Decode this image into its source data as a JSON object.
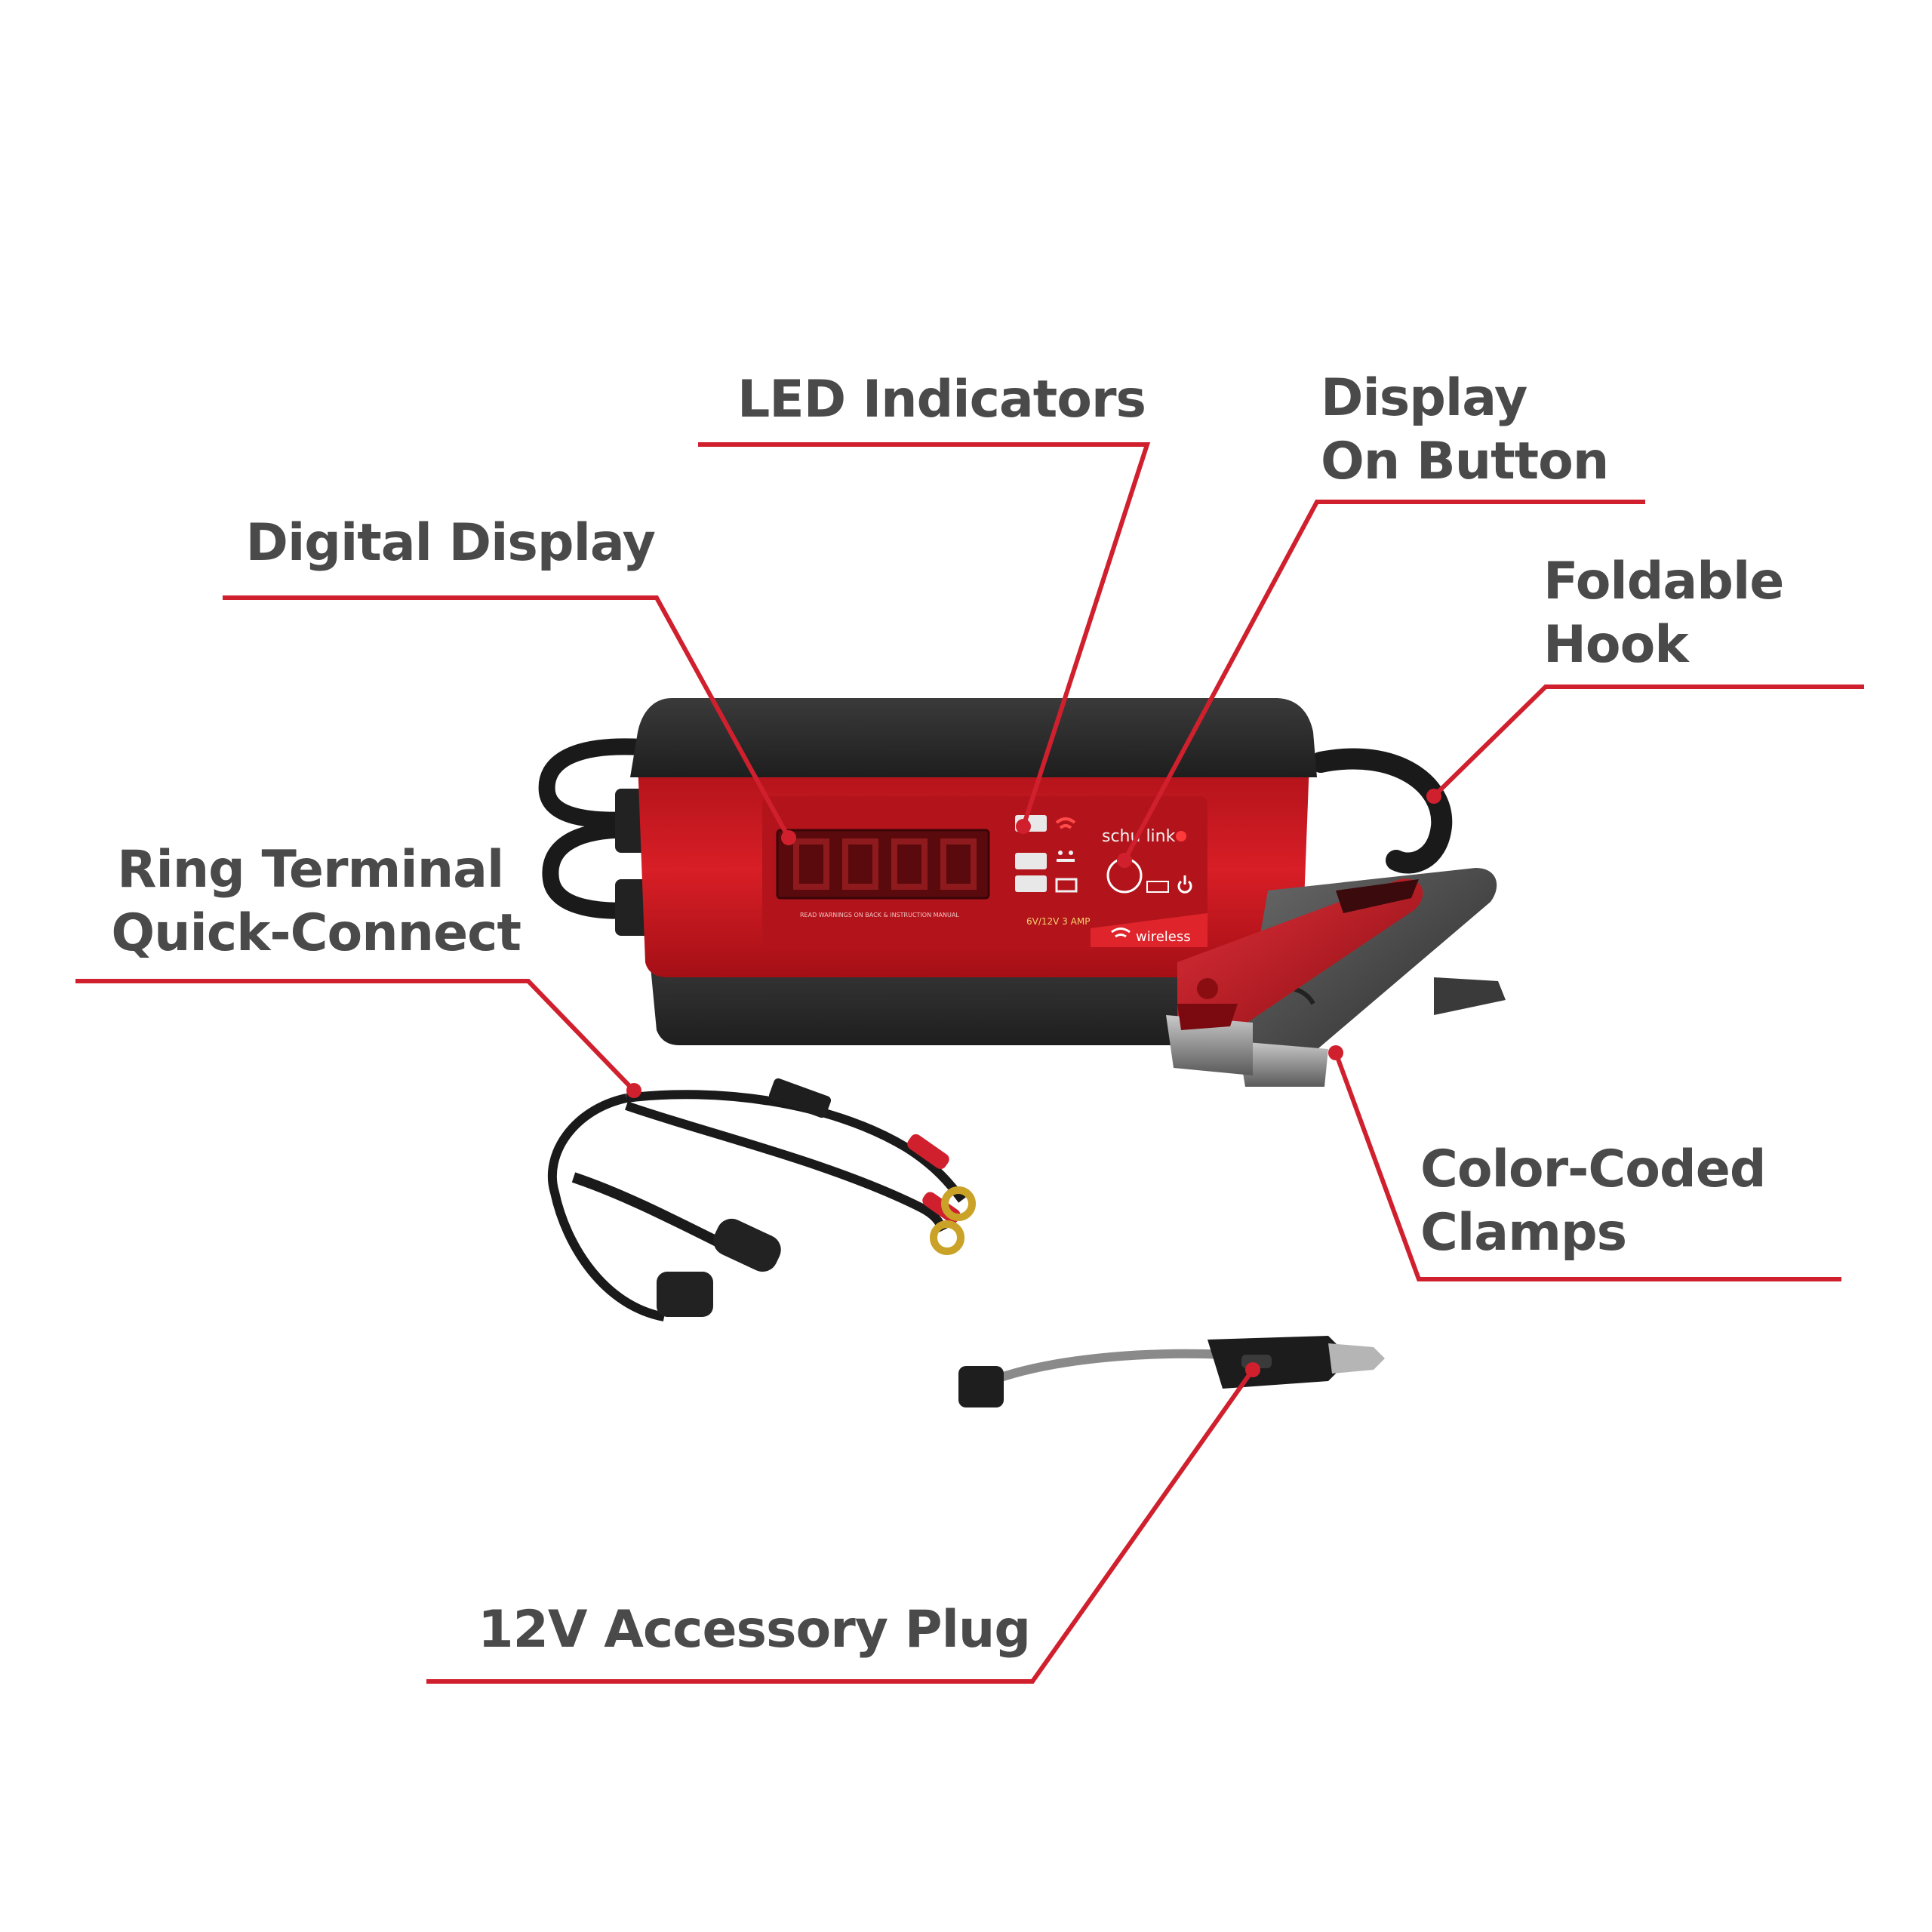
{
  "callouts": {
    "led_indicators": {
      "lines": [
        "LED Indicators"
      ]
    },
    "display_on_button": {
      "lines": [
        "Display",
        "On Button"
      ]
    },
    "digital_display": {
      "lines": [
        "Digital Display"
      ]
    },
    "foldable_hook": {
      "lines": [
        "Foldable",
        "Hook"
      ]
    },
    "ring_terminal": {
      "lines": [
        "Ring Terminal",
        "Quick-Connect"
      ]
    },
    "color_coded_clamps": {
      "lines": [
        "Color-Coded",
        "Clamps"
      ]
    },
    "accessory_plug": {
      "lines": [
        "12V Accessory Plug"
      ]
    }
  },
  "product": {
    "brand_logo": "schu link",
    "wireless_label": "wireless",
    "rating_text": "6V/12V 3 AMP",
    "warning_text": "READ WARNINGS ON BACK & INSTRUCTION MANUAL"
  },
  "colors": {
    "accent": "#d0202e",
    "label_text": "#4a4a4a",
    "housing_red": "#c8161d",
    "housing_black": "#2a2a2a"
  }
}
